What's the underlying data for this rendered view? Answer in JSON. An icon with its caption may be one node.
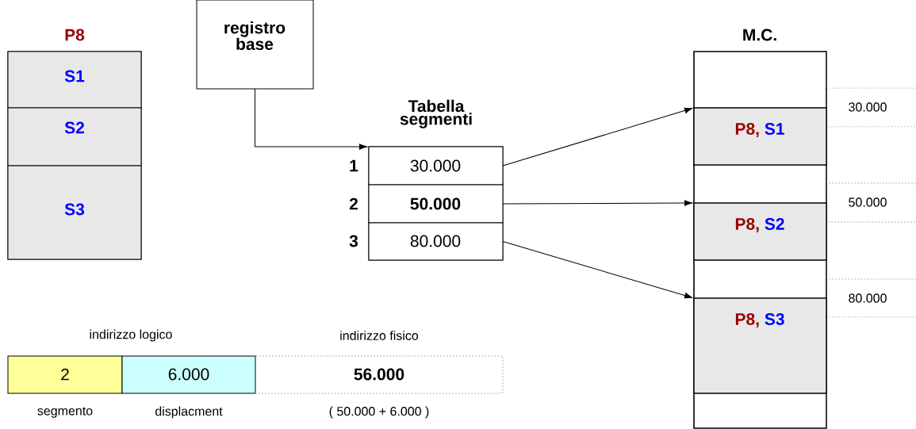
{
  "diagram": {
    "nodes": [
      {
        "text": [
          "P8"
        ]
      },
      {
        "text": [
          "S1"
        ],
        "in": 0
      },
      {
        "text": [
          "S2"
        ],
        "in": 0
      },
      {
        "text": [
          "S3"
        ],
        "in": 0
      },
      {
        "text": [
          "registro base"
        ]
      },
      {
        "text": [
          "Tabella segmenti"
        ]
      },
      {
        "text": [
          "30.000"
        ],
        "in": 5,
        "beside": [
          "1"
        ]
      },
      {
        "text": [
          "50.000"
        ],
        "in": 5,
        "beside": [
          "2"
        ]
      },
      {
        "text": [
          "80.000"
        ],
        "in": 5,
        "beside": [
          "3"
        ]
      },
      {
        "text": [
          "M.C."
        ]
      },
      {
        "text": [
          "P8,",
          "S1"
        ],
        "in": 9
      },
      {
        "text": [
          "P8,",
          "S2"
        ],
        "in": 9
      },
      {
        "text": [
          "P8,",
          "S3"
        ],
        "in": 9
      },
      {
        "text": [
          "2"
        ],
        "beside": [
          "segmento"
        ]
      },
      {
        "text": [
          "6.000"
        ],
        "beside": [
          "displacment"
        ]
      },
      {
        "text": [
          "56.000"
        ],
        "beside": [
          "indirizzo fisico",
          "( 50.000 + 6.000 )"
        ]
      }
    ],
    "edges": [
      {
        "from": 4,
        "to": 5,
        "arrow": "to"
      },
      {
        "from": 6,
        "to": 10,
        "arrow": "to"
      },
      {
        "from": 7,
        "to": 11,
        "arrow": "to"
      },
      {
        "from": 8,
        "to": 12,
        "arrow": "to"
      }
    ],
    "labels": [
      "30.000",
      "50.000",
      "80.000",
      "indirizzo logico"
    ]
  }
}
